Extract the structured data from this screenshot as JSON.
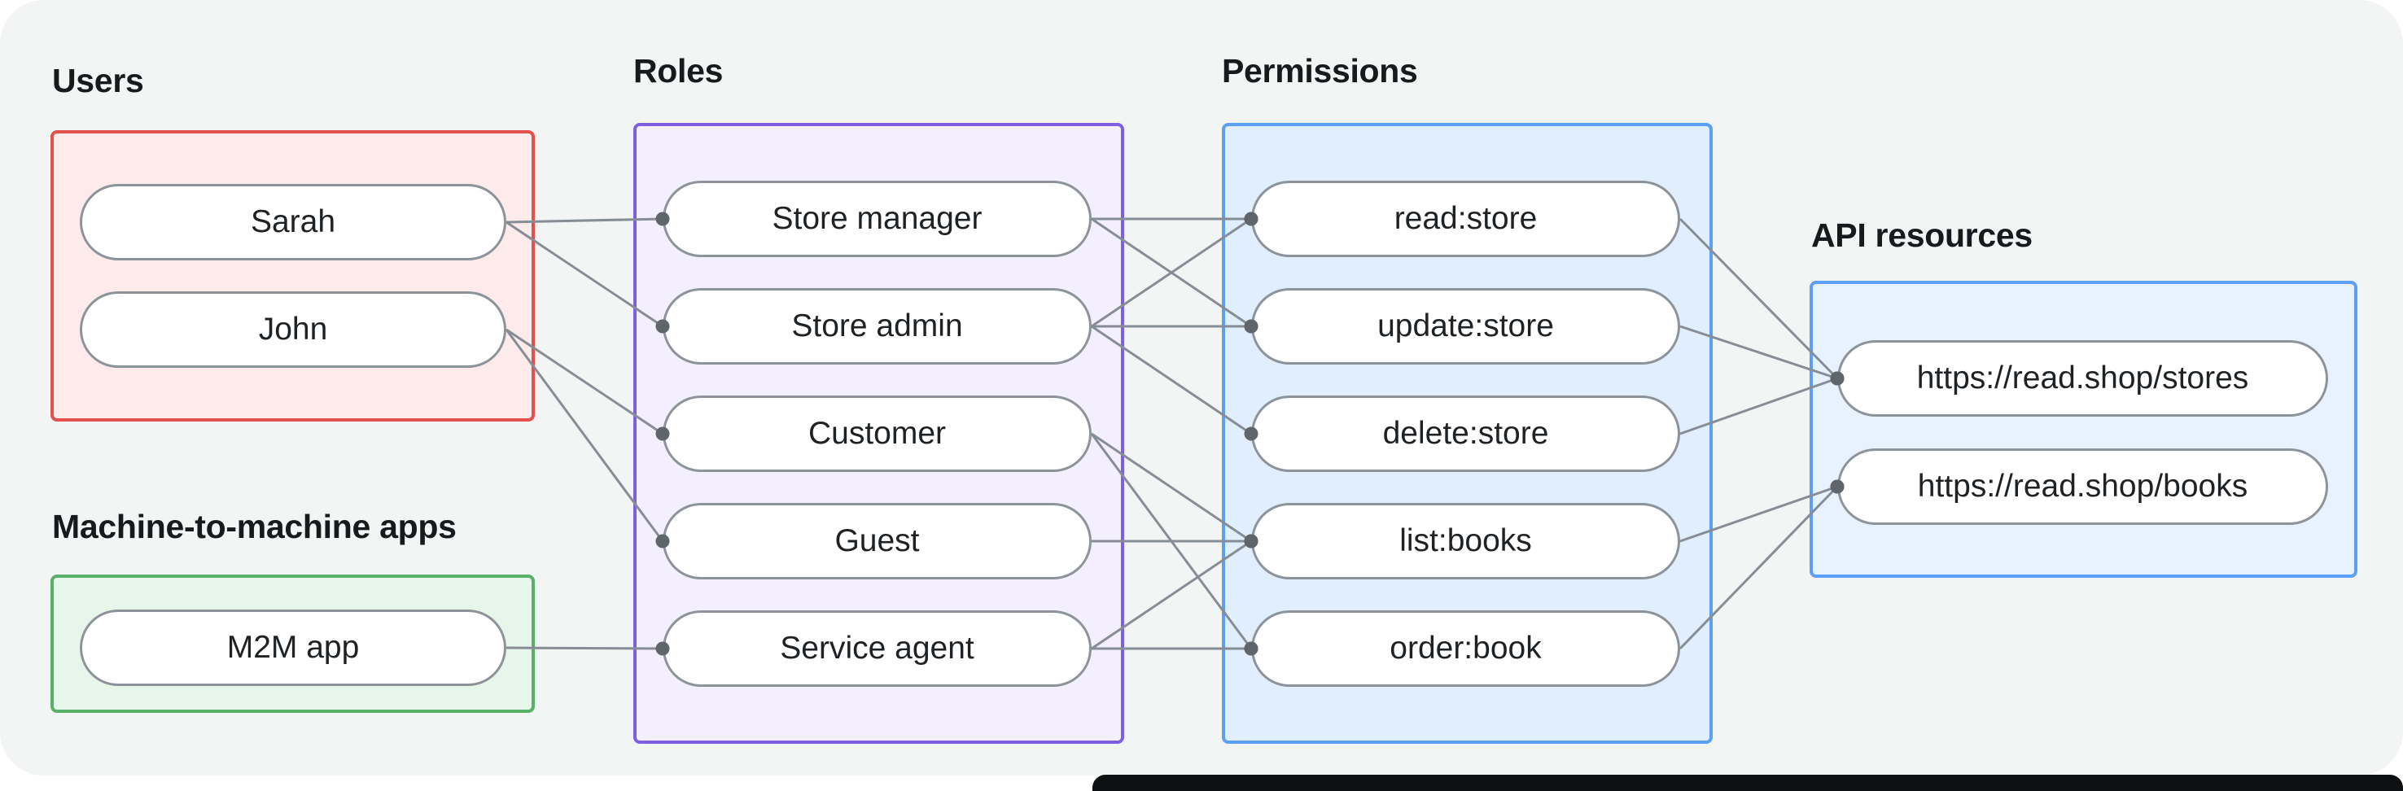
{
  "groups": {
    "users": {
      "label": "Users",
      "fill": "#fcebea",
      "border": "#e2514e",
      "items": [
        {
          "id": "sarah",
          "label": "Sarah"
        },
        {
          "id": "john",
          "label": "John"
        }
      ]
    },
    "m2m": {
      "label": "Machine-to-machine apps",
      "fill": "#e6f6eb",
      "border": "#57b267",
      "items": [
        {
          "id": "m2m_app",
          "label": "M2M app"
        }
      ]
    },
    "roles": {
      "label": "Roles",
      "fill": "#f3effe",
      "border": "#7e5fe0",
      "items": [
        {
          "id": "store_manager",
          "label": "Store manager"
        },
        {
          "id": "store_admin",
          "label": "Store admin"
        },
        {
          "id": "customer",
          "label": "Customer"
        },
        {
          "id": "guest",
          "label": "Guest"
        },
        {
          "id": "service_agent",
          "label": "Service agent"
        }
      ]
    },
    "permissions": {
      "label": "Permissions",
      "fill": "#e0eefd",
      "border": "#5b9ff6",
      "items": [
        {
          "id": "read_store",
          "label": "read:store"
        },
        {
          "id": "update_store",
          "label": "update:store"
        },
        {
          "id": "delete_store",
          "label": "delete:store"
        },
        {
          "id": "list_books",
          "label": "list:books"
        },
        {
          "id": "order_book",
          "label": "order:book"
        }
      ]
    },
    "api": {
      "label": "API resources",
      "fill": "#e8f2fe",
      "border": "#5b9ff6",
      "items": [
        {
          "id": "api_stores",
          "label": "https://read.shop/stores"
        },
        {
          "id": "api_books",
          "label": "https://read.shop/books"
        }
      ]
    }
  },
  "edges": [
    {
      "from": "sarah",
      "to": "store_manager"
    },
    {
      "from": "sarah",
      "to": "store_admin"
    },
    {
      "from": "john",
      "to": "customer"
    },
    {
      "from": "john",
      "to": "guest"
    },
    {
      "from": "m2m_app",
      "to": "service_agent"
    },
    {
      "from": "store_manager",
      "to": "read_store"
    },
    {
      "from": "store_manager",
      "to": "update_store"
    },
    {
      "from": "store_admin",
      "to": "read_store"
    },
    {
      "from": "store_admin",
      "to": "update_store"
    },
    {
      "from": "store_admin",
      "to": "delete_store"
    },
    {
      "from": "customer",
      "to": "list_books"
    },
    {
      "from": "customer",
      "to": "order_book"
    },
    {
      "from": "guest",
      "to": "list_books"
    },
    {
      "from": "service_agent",
      "to": "list_books"
    },
    {
      "from": "service_agent",
      "to": "order_book"
    },
    {
      "from": "read_store",
      "to": "api_stores"
    },
    {
      "from": "update_store",
      "to": "api_stores"
    },
    {
      "from": "delete_store",
      "to": "api_stores"
    },
    {
      "from": "list_books",
      "to": "api_books"
    },
    {
      "from": "order_book",
      "to": "api_books"
    }
  ],
  "style": {
    "canvas_bg": "#f3f5f5",
    "text_color": "#17191d",
    "pill_bg": "#ffffff",
    "pill_border": "#8d939a",
    "edge_color": "#878d94",
    "dot_color": "#5f656b"
  }
}
